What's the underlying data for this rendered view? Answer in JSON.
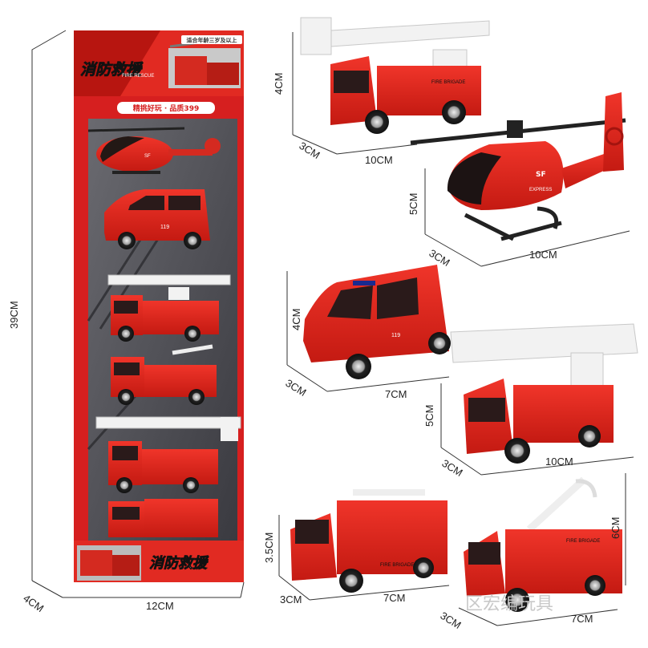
{
  "package": {
    "brand_title": "消防救援",
    "brand_subtitle": "FIRE RESCUE",
    "badge_text": "精挑好玩 · 品质399",
    "top_tag": "适合年龄三岁及以上",
    "bottom_title": "消防救援"
  },
  "dimensions": {
    "box_height": "39CM",
    "box_width": "12CM",
    "box_depth": "4CM",
    "ladder_truck_1": {
      "height": "4CM",
      "depth": "3CM",
      "length": "10CM"
    },
    "helicopter": {
      "height": "5CM",
      "depth": "3CM",
      "length": "10CM"
    },
    "van": {
      "height": "4CM",
      "depth": "3CM",
      "length": "7CM"
    },
    "ladder_truck_2": {
      "height": "5CM",
      "depth": "3CM",
      "length": "10CM"
    },
    "water_tanker": {
      "height": "3.5CM",
      "depth": "3CM",
      "length": "7CM"
    },
    "crane_truck": {
      "height": "6CM",
      "depth": "3CM",
      "length": "7CM"
    }
  },
  "vehicle_markings": {
    "fire_brigade": "FIRE BRIGADE",
    "express": "EXPRESS",
    "sf": "SF",
    "van_number": "119"
  },
  "watermark": "区宏编玩具",
  "colors": {
    "truck_red": "#e0261c",
    "dark_red": "#a3140f",
    "ladder_white": "#f2f2f2",
    "box_red": "#d61f1f",
    "window_dark": "#2a1a1a"
  },
  "icons": [
    "fire-truck-icon",
    "helicopter-icon",
    "van-icon",
    "ladder-icon"
  ]
}
